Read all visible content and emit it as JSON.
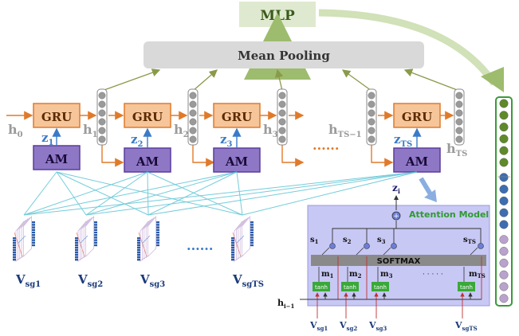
{
  "mlp_label": "MLP",
  "pooling_label": "Mean Pooling",
  "gru_label": "GRU",
  "am_label": "AM",
  "hidden": [
    {
      "base": "h",
      "sub": "0"
    },
    {
      "base": "h",
      "sub": "1"
    },
    {
      "base": "h",
      "sub": "2"
    },
    {
      "base": "h",
      "sub": "3"
    },
    {
      "base": "h",
      "sub": "TS−1"
    },
    {
      "base": "h",
      "sub": "TS"
    }
  ],
  "z_labels": [
    {
      "base": "z",
      "sub": "1"
    },
    {
      "base": "z",
      "sub": "2"
    },
    {
      "base": "z",
      "sub": "3"
    },
    {
      "base": "z",
      "sub": "TS"
    }
  ],
  "ellipsis": "......",
  "inputs": [
    {
      "base": "V",
      "sub": "sg1"
    },
    {
      "base": "V",
      "sub": "sg2"
    },
    {
      "base": "V",
      "sub": "sg3"
    },
    {
      "base": "V",
      "sub": "sgTS"
    }
  ],
  "input_ellipsis": "......",
  "attention": {
    "title": "Attention Model",
    "output": {
      "base": "z",
      "sub": "i"
    },
    "softmax": "SOFTMAX",
    "scores": [
      {
        "base": "s",
        "sub": "1"
      },
      {
        "base": "s",
        "sub": "2"
      },
      {
        "base": "s",
        "sub": "3"
      },
      {
        "base": "s",
        "sub": "TS"
      }
    ],
    "m_labels": [
      {
        "base": "m",
        "sub": "1"
      },
      {
        "base": "m",
        "sub": "2"
      },
      {
        "base": "m",
        "sub": "3"
      },
      {
        "base": "m",
        "sub": "TS"
      }
    ],
    "tanh": "tanh",
    "prev_hidden": {
      "base": "h",
      "sub": "i−1"
    },
    "inputs": [
      {
        "base": "V",
        "sub": "sg1"
      },
      {
        "base": "V",
        "sub": "sg2"
      },
      {
        "base": "V",
        "sub": "sg3"
      },
      {
        "base": "V",
        "sub": "sgTS"
      }
    ],
    "dots": "· · · · ·"
  },
  "colors": {
    "gru_fill": "#f6c59a",
    "gru_stroke": "#e07a2a",
    "am_fill": "#8e78c6",
    "am_stroke": "#5a3c9c",
    "mlp_fill": "#dfe9cf",
    "arrow_green": "#9dbc6e",
    "pool_fill": "#d9d9d9",
    "attn_bg": "#c8c8f5",
    "attn_title": "#2f9a2f",
    "cyan": "#5cc4d4",
    "blue": "#3a7bc8",
    "output_green": "#5f8a2a",
    "output_blue": "#3d6db0",
    "output_purple": "#b9a3cc"
  }
}
